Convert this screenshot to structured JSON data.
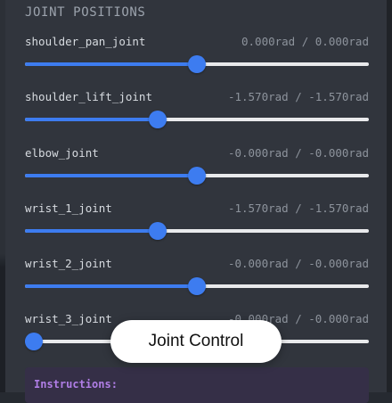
{
  "panel": {
    "title": "JOINT POSITIONS"
  },
  "joints": [
    {
      "name": "shoulder_pan_joint",
      "value": "0.000rad / 0.000rad",
      "level": 0.5
    },
    {
      "name": "shoulder_lift_joint",
      "value": "-1.570rad / -1.570rad",
      "level": 0.38
    },
    {
      "name": "elbow_joint",
      "value": "-0.000rad / -0.000rad",
      "level": 0.5
    },
    {
      "name": "wrist_1_joint",
      "value": "-1.570rad / -1.570rad",
      "level": 0.38
    },
    {
      "name": "wrist_2_joint",
      "value": "-0.000rad / -0.000rad",
      "level": 0.5
    },
    {
      "name": "wrist_3_joint",
      "value": "-0.000rad / -0.000rad",
      "level": 0.0
    }
  ],
  "instructions": {
    "label": "Instructions:"
  },
  "toast": {
    "label": "Joint Control"
  },
  "colors": {
    "accent": "#3d7cf0",
    "track": "#e9eaec",
    "instructions_label": "#b07ee6"
  }
}
